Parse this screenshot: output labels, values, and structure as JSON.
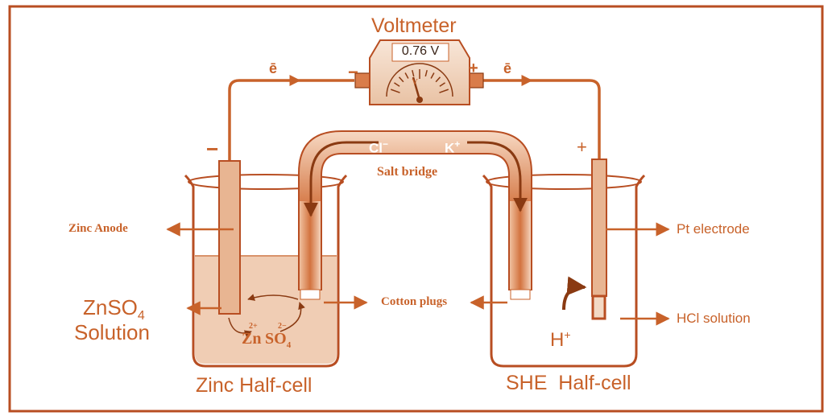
{
  "title": "Voltmeter",
  "reading": "0.76 V",
  "meter_symbol": "V",
  "electron_left": "ē",
  "electron_right": "ē",
  "meter_minus": "−",
  "meter_plus": "+",
  "anode_sign": "−",
  "cathode_sign": "+",
  "bridge_label": "Salt bridge",
  "bridge_ion_cl": "Cl",
  "bridge_ion_cl_charge": "−",
  "bridge_ion_k": "K",
  "bridge_ion_k_charge": "+",
  "left": {
    "electrode_label": "Zinc Anode",
    "solution_label_line1": "ZnSO",
    "solution_label_sub": "4",
    "solution_label_line2": "Solution",
    "ion_zn": "Zn",
    "ion_zn_charge": "2+",
    "ion_so": "SO",
    "ion_so_sub": "4",
    "ion_so_charge": "2−",
    "caption": "Zinc Half-cell"
  },
  "middle": {
    "plugs_label": "Cotton plugs"
  },
  "right": {
    "electrode_label": "Pt electrode",
    "solution_label": "HCl solution",
    "ion_h": "H",
    "ion_h_charge": "+",
    "caption": "SHE  Half-cell"
  },
  "colors": {
    "accent": "#c8622a",
    "frame": "#b84e22",
    "fill": "#f3d9c4",
    "bridge": "#d97c4a",
    "dark": "#8a3a12"
  }
}
